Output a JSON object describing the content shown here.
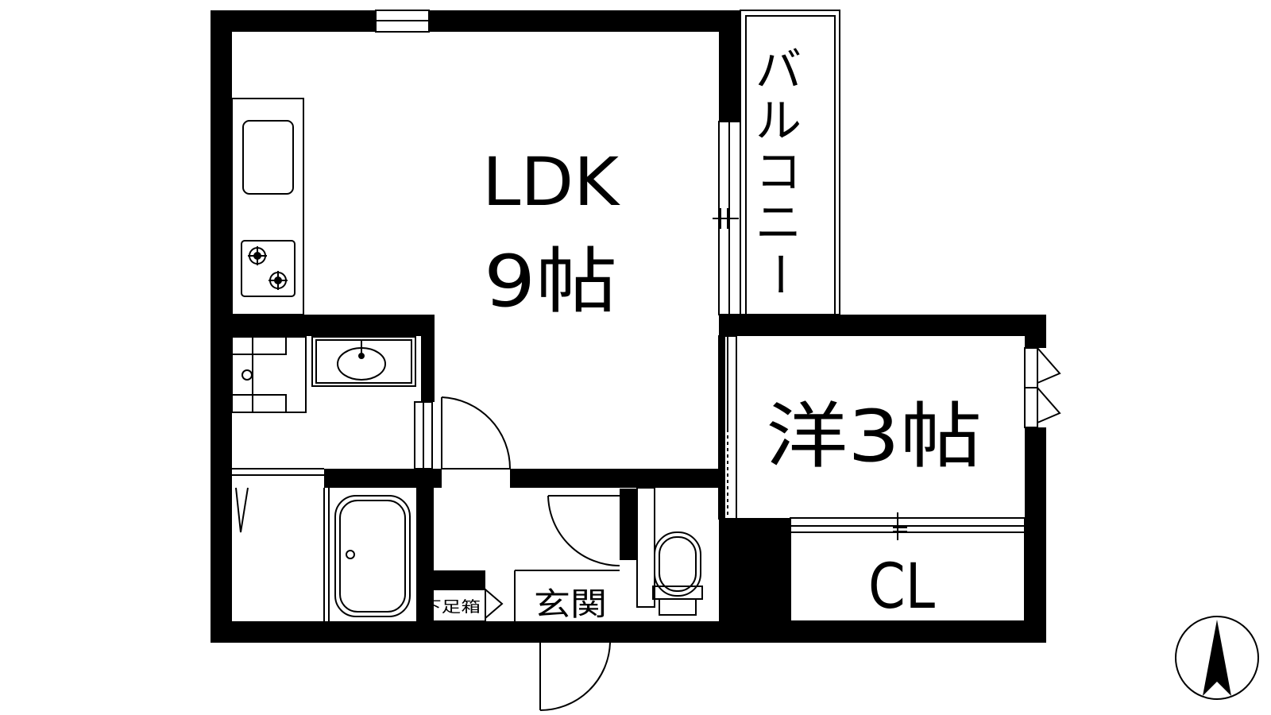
{
  "colors": {
    "wall": "#000000",
    "line": "#000000",
    "background": "#ffffff"
  },
  "rooms": {
    "ldk": {
      "name": "LDK",
      "size": "9帖"
    },
    "western": {
      "label": "洋3帖"
    },
    "closet": {
      "label": "CL"
    },
    "balcony": {
      "label": "バルコニー",
      "chars": [
        "バ",
        "ル",
        "コ",
        "ニ",
        "ー"
      ]
    },
    "entrance": {
      "label": "玄関"
    },
    "shoe_box": {
      "label": "下足箱"
    }
  },
  "icons": {
    "compass": "north-arrow-icon",
    "stove": "stove-icon",
    "sink": "sink-icon",
    "washer": "washing-machine-icon",
    "basin": "wash-basin-icon",
    "bathtub": "bathtub-icon",
    "toilet": "toilet-icon"
  }
}
